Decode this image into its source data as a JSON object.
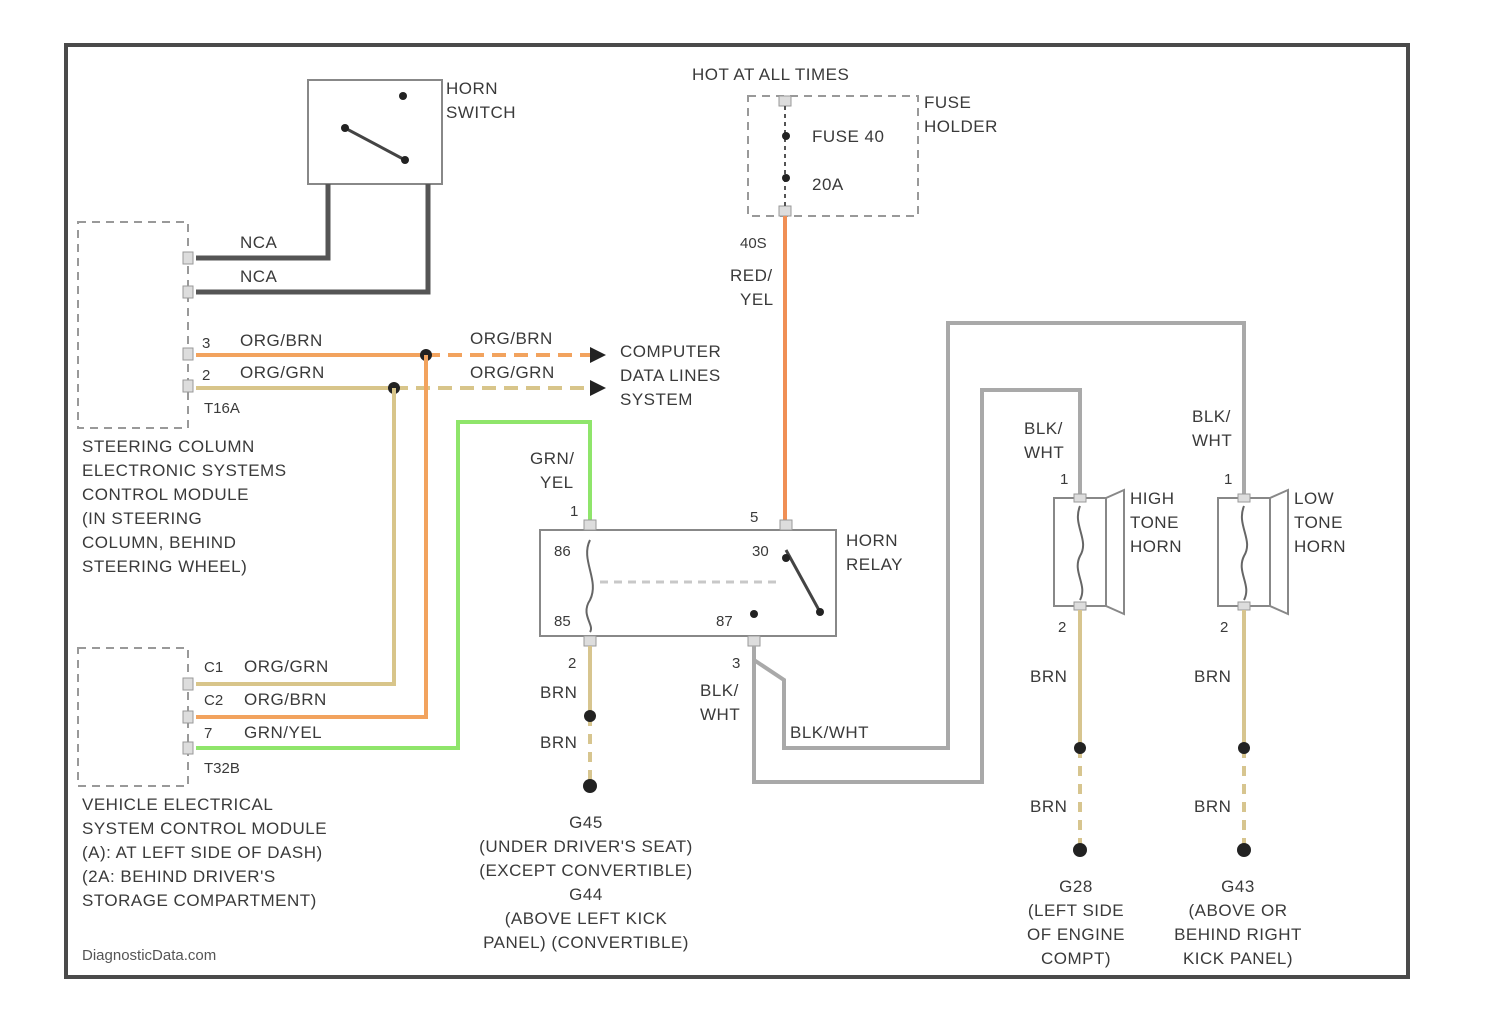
{
  "hot_label": "HOT AT ALL TIMES",
  "horn_switch": {
    "line1": "HORN",
    "line2": "SWITCH"
  },
  "fuse_holder": {
    "line1": "FUSE",
    "line2": "HOLDER",
    "fuse": "FUSE 40",
    "rating": "20A",
    "pin_out": "40S"
  },
  "fuse_wire": {
    "line1": "RED/",
    "line2": "YEL"
  },
  "steering_module": {
    "wire1": "NCA",
    "wire2": "NCA",
    "wire3": "ORG/BRN",
    "wire4": "ORG/GRN",
    "pin3": "3",
    "pin4": "2",
    "connector": "T16A",
    "lines": [
      "STEERING COLUMN",
      "ELECTRONIC SYSTEMS",
      "CONTROL MODULE",
      "(IN STEERING",
      "COLUMN, BEHIND",
      "STEERING WHEEL)"
    ]
  },
  "data_lines": {
    "wire1": "ORG/BRN",
    "wire2": "ORG/GRN",
    "line1": "COMPUTER",
    "line2": "DATA LINES",
    "line3": "SYSTEM"
  },
  "vehicle_module": {
    "wire1": "ORG/GRN",
    "wire2": "ORG/BRN",
    "wire3": "GRN/YEL",
    "pin1": "C1",
    "pin2": "C2",
    "pin3": "7",
    "connector": "T32B",
    "lines": [
      "VEHICLE ELECTRICAL",
      "SYSTEM CONTROL MODULE",
      "(A): AT LEFT SIDE OF DASH)",
      "(2A: BEHIND DRIVER'S",
      "STORAGE COMPARTMENT)"
    ]
  },
  "relay": {
    "line1": "HORN",
    "line2": "RELAY",
    "in_wire_1": "GRN/",
    "in_wire_2": "YEL",
    "pin_in": "1",
    "pin_30": "30",
    "pin_85": "86",
    "pin_86": "85",
    "pin_87": "87",
    "pin_top": "3",
    "pin_bot": "2",
    "pin_out": "5",
    "out_wire_1": "BLK/",
    "out_wire_2": "WHT",
    "out_wire_3": "BLK/WHT"
  },
  "ground_left": {
    "wire1": "BRN",
    "wire2": "BRN",
    "lines": [
      "G45",
      "(UNDER DRIVER'S SEAT)",
      "(EXCEPT CONVERTIBLE)",
      "G44",
      "(ABOVE LEFT KICK",
      "PANEL) (CONVERTIBLE)"
    ]
  },
  "high_horn": {
    "lines": [
      "HIGH",
      "TONE",
      "HORN"
    ],
    "wire_in_1": "BLK/",
    "wire_in_2": "WHT",
    "pin1": "1",
    "pin2": "2",
    "wire1": "BRN",
    "wire2": "BRN",
    "ground": [
      "G28",
      "(LEFT SIDE",
      "OF ENGINE",
      "COMPT)"
    ]
  },
  "low_horn": {
    "lines": [
      "LOW",
      "TONE",
      "HORN"
    ],
    "wire_in_1": "BLK/",
    "wire_in_2": "WHT",
    "pin1": "1",
    "pin2": "2",
    "wire1": "BRN",
    "wire2": "BRN",
    "ground": [
      "G43",
      "(ABOVE OR",
      "BEHIND RIGHT",
      "KICK PANEL)"
    ]
  },
  "watermark": "DiagnosticData.com"
}
